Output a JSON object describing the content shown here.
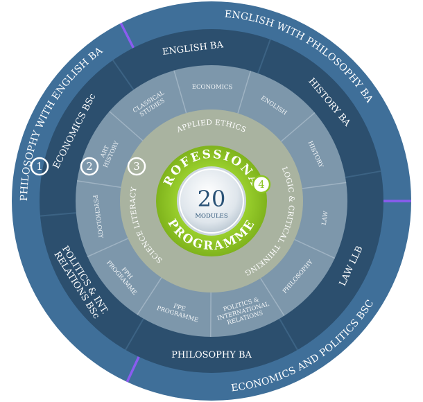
{
  "center": {
    "number": "20",
    "unit": "MODULES"
  },
  "core": {
    "top": "PROFESSIONAL",
    "bottom": "PROGRAMME"
  },
  "ring1": {
    "items": [
      "APPLIED ETHICS",
      "LOGIC & CRITICAL THINKING",
      "SCIENCE LITERACY"
    ]
  },
  "ring2": {
    "items": [
      {
        "lines": [
          "ECONOMICS"
        ]
      },
      {
        "lines": [
          "ENGLISH"
        ]
      },
      {
        "lines": [
          "HISTORY"
        ]
      },
      {
        "lines": [
          "LAW"
        ]
      },
      {
        "lines": [
          "PHILOSOPHY"
        ]
      },
      {
        "lines": [
          "POLITICS &",
          "INTERNATIONAL",
          "RELATIONS"
        ]
      },
      {
        "lines": [
          "PPE",
          "PROGRAMME"
        ]
      },
      {
        "lines": [
          "PPH",
          "PROGRAMME"
        ]
      },
      {
        "lines": [
          "PSYCHOLOGY"
        ]
      },
      {
        "lines": [
          "ART",
          "HISTORY"
        ]
      },
      {
        "lines": [
          "CLASSICAL",
          "STUDIES"
        ]
      }
    ]
  },
  "ring3": {
    "items": [
      {
        "lines": [
          "ENGLISH BA"
        ]
      },
      {
        "lines": [
          "HISTORY BA"
        ]
      },
      {
        "lines": [
          "LAW LLB"
        ]
      },
      {
        "lines": [
          "PHILOSOPHY BA"
        ]
      },
      {
        "lines": [
          "POLITICS & INT.",
          "RELATIONS BSc"
        ]
      },
      {
        "lines": [
          "ECONOMICS BSc"
        ]
      }
    ]
  },
  "ring4": {
    "items": [
      "ENGLISH WITH PHILOSOPHY BA",
      "ECONOMICS AND POLITICS BSC",
      "PHILOSOPHY WITH ENGLISH BA"
    ]
  },
  "badges": [
    "1",
    "2",
    "3",
    "4"
  ],
  "colors": {
    "ring4": "#3f6f99",
    "ring3": "#2c4f6e",
    "ring2": "#7d97ab",
    "ring1": "#a9b3a0",
    "core": "#8cc424",
    "divider": "#8a5cf0",
    "hub": "#e6ecf1",
    "badge_ring": "#ffffff",
    "badge_accent": "#8cc424"
  }
}
